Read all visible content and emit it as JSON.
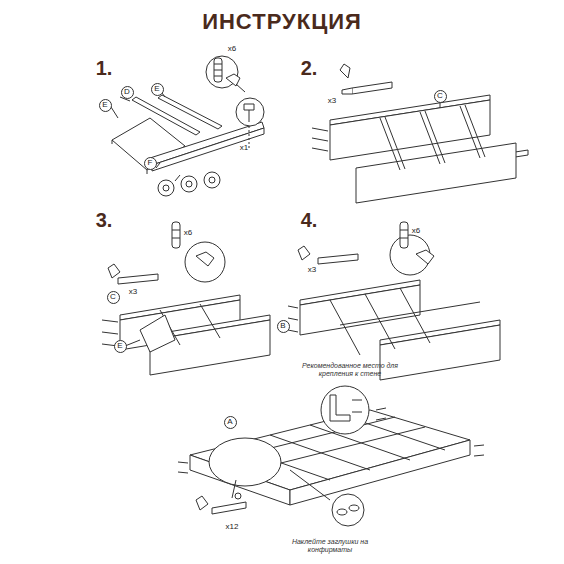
{
  "diagram": {
    "title": "ИНСТРУКЦИЯ",
    "nodes": [
      {
        "text": [
          "D"
        ]
      },
      {
        "text": [
          "E"
        ]
      },
      {
        "text": [
          "E"
        ]
      },
      {
        "text": [
          "F"
        ]
      },
      {
        "text": [
          "C"
        ]
      },
      {
        "text": [
          "C"
        ]
      },
      {
        "text": [
          "E"
        ]
      },
      {
        "text": [
          "B"
        ]
      },
      {
        "text": [
          "A"
        ]
      }
    ],
    "labels": [
      "1.",
      "x6",
      "x1",
      "2.",
      "x3",
      "3.",
      "x6",
      "x3",
      "4.",
      "x3",
      "x6",
      "Рекомендованное место для крепления к стене",
      "x12",
      "Наклейте заглушки на конфирматы"
    ]
  }
}
